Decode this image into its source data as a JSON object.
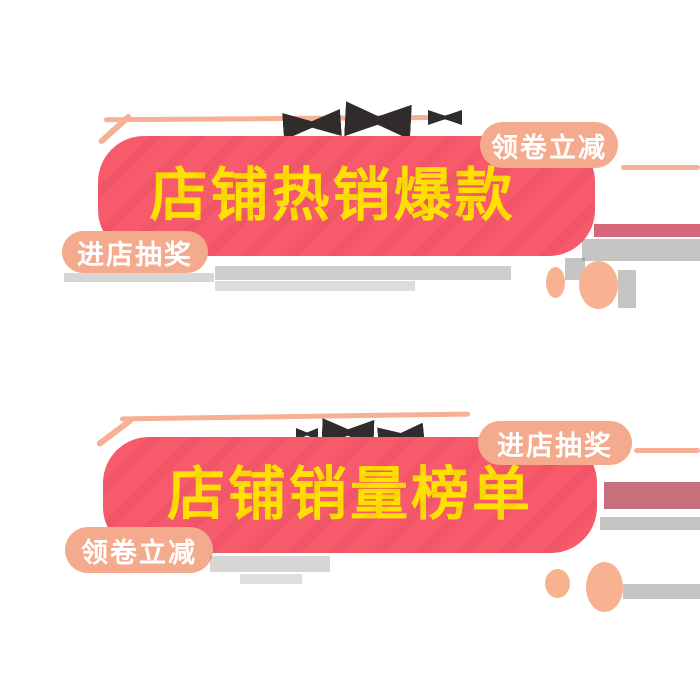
{
  "banners": [
    {
      "title": "店铺热销爆款",
      "badge_top_right": "领卷立减",
      "badge_bottom_left": "进店抽奖"
    },
    {
      "title": "店铺销量榜单",
      "badge_top_right": "进店抽奖",
      "badge_bottom_left": "领卷立减"
    }
  ],
  "colors": {
    "banner_red": "#F75A6B",
    "title_yellow": "#FFE100",
    "badge_peach": "#F4AA8C",
    "accent_peach": "#F5B096",
    "dot_peach": "#F8B292",
    "stripe_pink": "#D4677A",
    "background": "#FFFFFF"
  }
}
